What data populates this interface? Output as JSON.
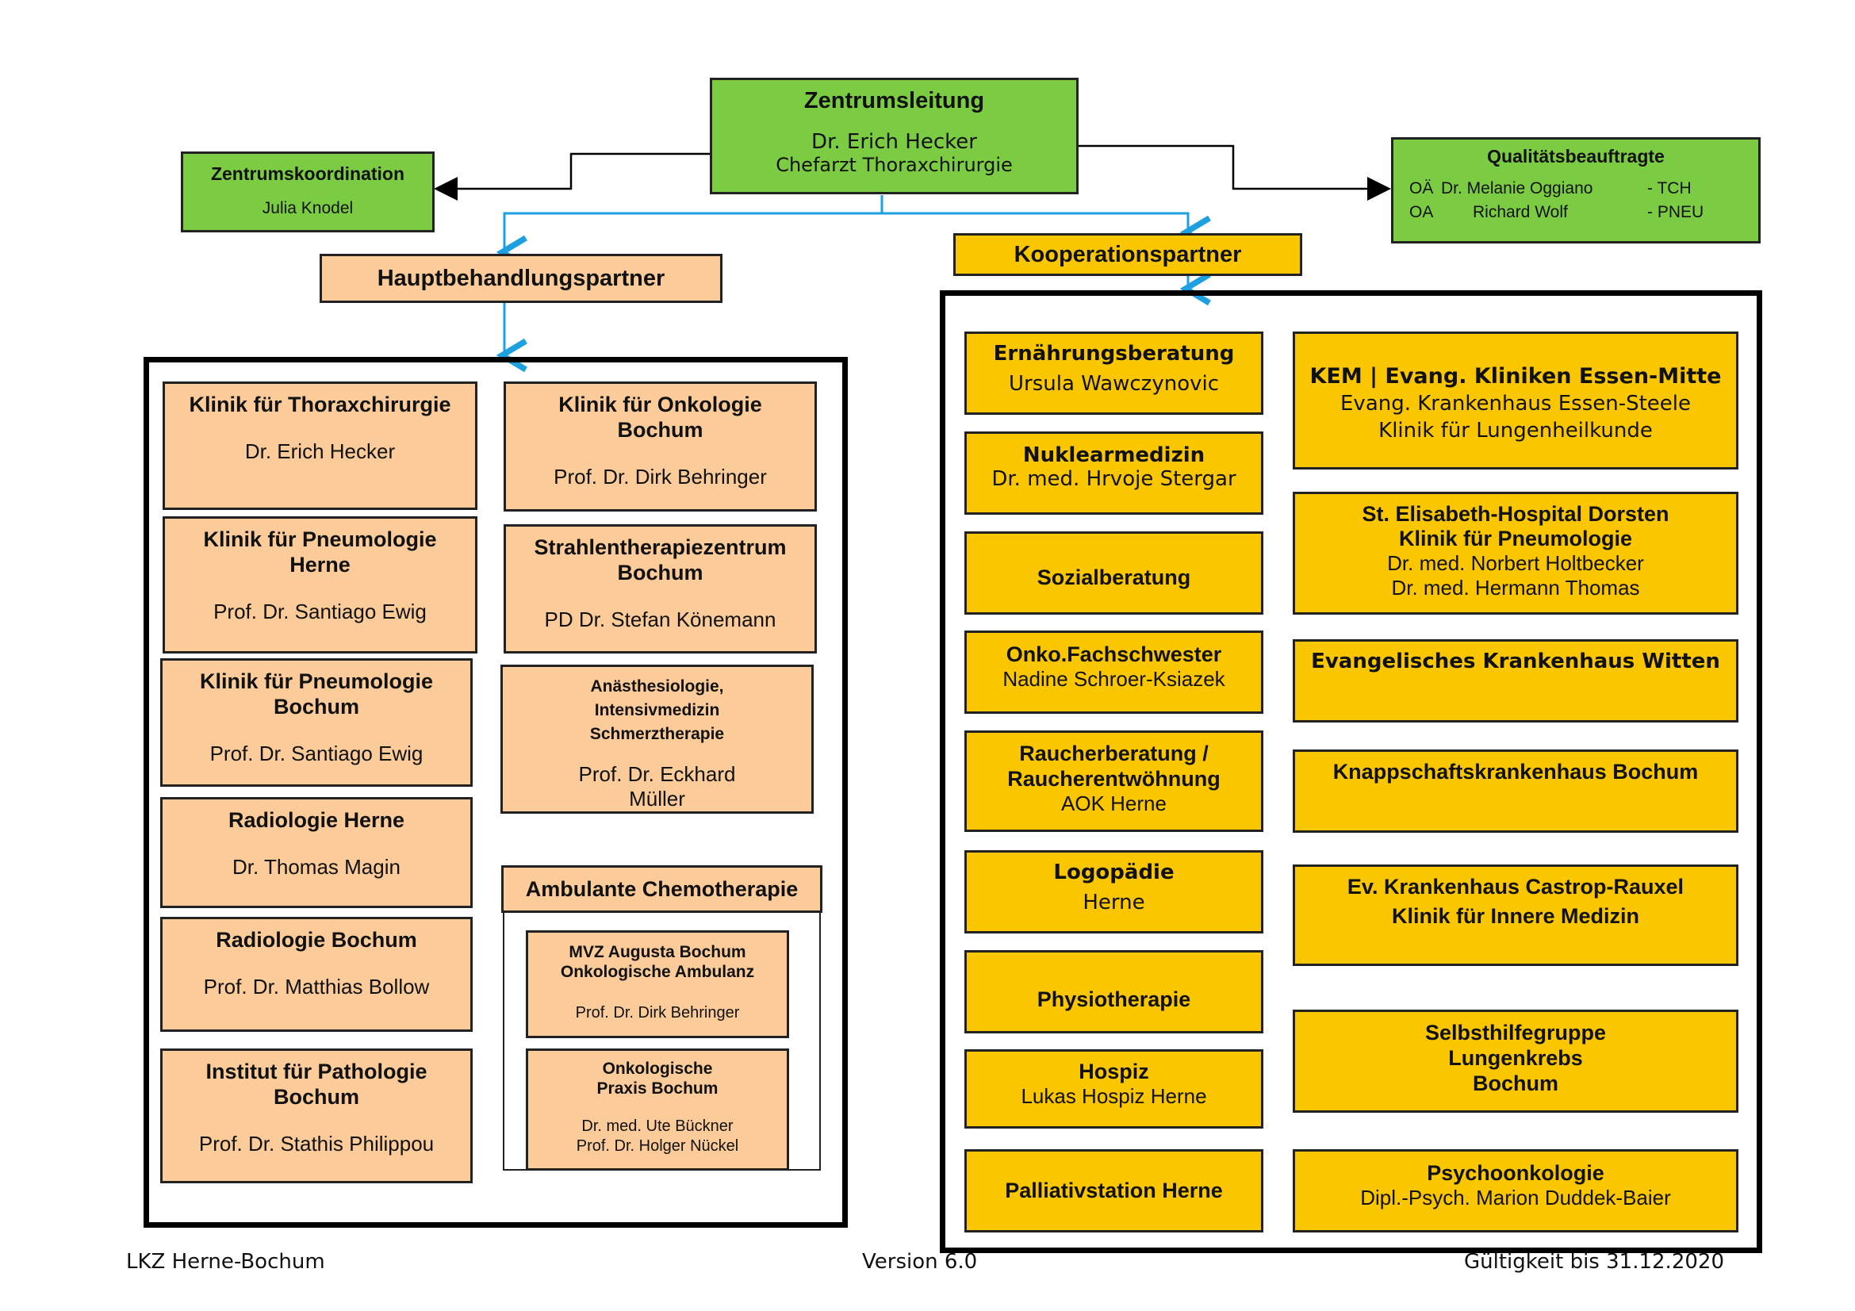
{
  "leadership": {
    "title": "Zentrumsleitung",
    "name": "Dr. Erich Hecker",
    "role": "Chefarzt Thoraxchirurgie"
  },
  "coordination": {
    "title": "Zentrumskoordination",
    "name": "Julia Knodel"
  },
  "quality": {
    "title": "Qualitätsbeauftragte",
    "rows": [
      {
        "prefix": "OÄ",
        "name": "Dr. Melanie Oggiano",
        "tag": "- TCH"
      },
      {
        "prefix": "OA",
        "name": "Richard Wolf",
        "tag": "- PNEU"
      }
    ]
  },
  "main_partners": {
    "header": "Hauptbehandlungspartner",
    "left": [
      {
        "title": "Klinik für Thoraxchirurgie",
        "name": "Dr. Erich Hecker"
      },
      {
        "title": "Klinik für Pneumologie Herne",
        "name": "Prof. Dr. Santiago Ewig"
      },
      {
        "title": "Klinik für Pneumologie Bochum",
        "name": "Prof. Dr. Santiago Ewig"
      },
      {
        "title": "Radiologie Herne",
        "name": "Dr. Thomas Magin"
      },
      {
        "title": "Radiologie Bochum",
        "name": "Prof. Dr. Matthias Bollow"
      },
      {
        "title": "Institut für Pathologie Bochum",
        "name": "Prof. Dr. Stathis Philippou"
      }
    ],
    "right": [
      {
        "title": "Klinik für Onkologie Bochum",
        "name": "Prof. Dr. Dirk Behringer"
      },
      {
        "title": "Strahlentherapiezentrum Bochum",
        "name": "PD Dr. Stefan Könemann"
      },
      {
        "title": "Anästhesiologie, Intensivmedizin Schmerztherapie",
        "name": "Prof. Dr. Eckhard Müller"
      }
    ],
    "chemo": {
      "title": "Ambulante Chemotherapie",
      "items": [
        {
          "title": "MVZ Augusta Bochum Onkologische Ambulanz",
          "names": [
            "Prof. Dr. Dirk Behringer"
          ]
        },
        {
          "title": "Onkologische Praxis Bochum",
          "names": [
            "Dr. med. Ute Bückner",
            "Prof. Dr. Holger Nückel"
          ]
        }
      ]
    }
  },
  "cooperation": {
    "header": "Kooperationspartner",
    "left": [
      {
        "title": "Ernährungsberatung",
        "name": "Ursula Wawczynovic"
      },
      {
        "title": "Nuklearmedizin",
        "name": "Dr. med. Hrvoje Stergar"
      },
      {
        "title": "Sozialberatung",
        "name": ""
      },
      {
        "title": "Onko.Fachschwester",
        "name": "Nadine Schroer-Ksiazek"
      },
      {
        "title": "Raucherberatung / Raucherentwöhnung",
        "name": "AOK Herne"
      },
      {
        "title": "Logopädie",
        "name": "Herne"
      },
      {
        "title": "Physiotherapie",
        "name": ""
      },
      {
        "title": "Hospiz",
        "name": "Lukas Hospiz Herne"
      },
      {
        "title": "Palliativstation Herne",
        "name": ""
      }
    ],
    "right": [
      {
        "title": "KEM | Evang. Kliniken Essen-Mitte",
        "lines": [
          "Evang. Krankenhaus Essen-Steele",
          "Klinik für Lungenheilkunde"
        ]
      },
      {
        "title": "St. Elisabeth-Hospital Dorsten",
        "title2": "Klinik für Pneumologie",
        "lines": [
          "Dr. med. Norbert Holtbecker",
          "Dr. med. Hermann Thomas"
        ]
      },
      {
        "title": "Evangelisches Krankenhaus Witten",
        "lines": []
      },
      {
        "title": "Knappschaftskrankenhaus Bochum",
        "lines": []
      },
      {
        "title": "Ev. Krankenhaus Castrop-Rauxel",
        "title2": "Klinik für Innere Medizin",
        "lines": []
      },
      {
        "title": "Selbsthilfegruppe Lungenkrebs Bochum",
        "lines": []
      },
      {
        "title": "Psychoonkologie",
        "lines": [
          "Dipl.-Psych. Marion Duddek-Baier"
        ]
      }
    ]
  },
  "footer": {
    "left": "LKZ Herne-Bochum",
    "center": "Version 6.0",
    "right": "Gültigkeit bis 31.12.2020"
  },
  "colors": {
    "green": "#7ccc43",
    "peach": "#fbcb9a",
    "gold": "#f9c600",
    "connector_blue": "#1ea0e0"
  }
}
